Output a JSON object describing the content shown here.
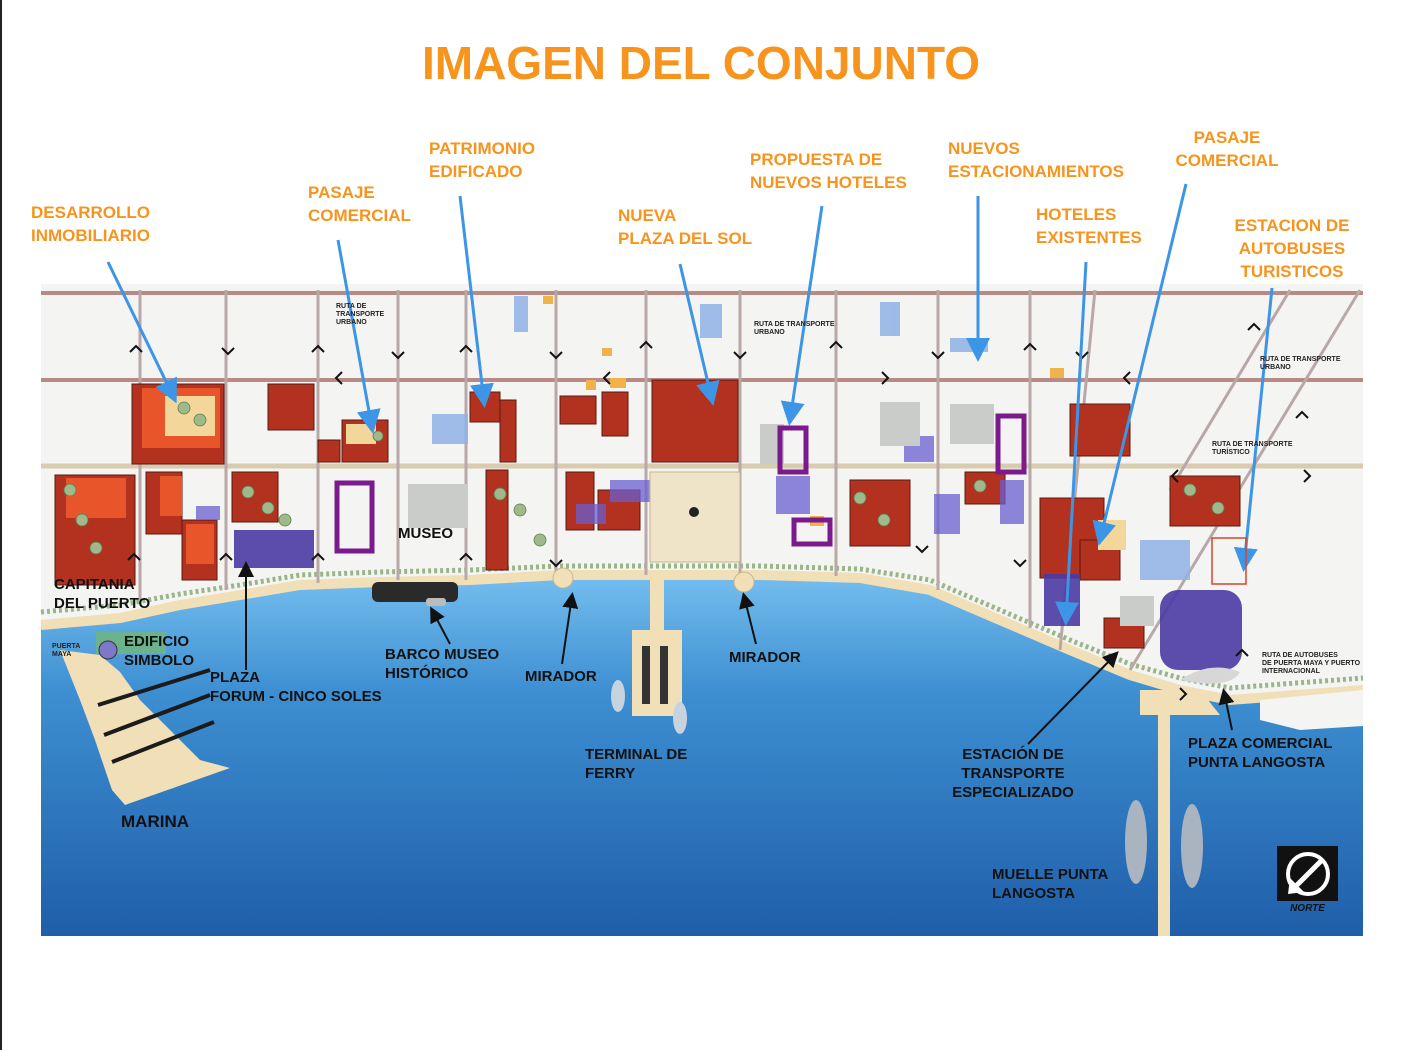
{
  "title": "IMAGEN DEL CONJUNTO",
  "colors": {
    "title_orange": "#f7941d",
    "sea": "#2a7fc7",
    "boardwalk": "#f1dfb8",
    "pointer_blue": "#3d95e6",
    "highlight_purple": "#7a1a8c",
    "buildings_red": "#b2311f",
    "plaza_violet": "#4b3aa3"
  },
  "top_labels": {
    "desarrollo": "DESARROLLO\nINMOBILIARIO",
    "pasaje_1": "PASAJE\nCOMERCIAL",
    "patrimonio": "PATRIMONIO\nEDIFICADO",
    "plaza_sol": "NUEVA\nPLAZA DEL SOL",
    "hoteles_nuevos": "PROPUESTA DE\nNUEVOS HOTELES",
    "estacionamientos": "NUEVOS\nESTACIONAMIENTOS",
    "pasaje_2": "PASAJE\nCOMERCIAL",
    "hoteles_existentes": "HOTELES\nEXISTENTES",
    "autobuses": "ESTACION DE\nAUTOBUSES\nTURISTICOS"
  },
  "bottom_labels": {
    "capitania": "CAPITANIA\nDEL PUERTO",
    "edificio": "EDIFICIO\nSIMBOLO",
    "museo": "MUSEO",
    "plaza_forum": "PLAZA\nFORUM - CINCO SOLES",
    "barco": "BARCO MUSEO\nHISTÓRICO",
    "mirador_1": "MIRADOR",
    "mirador_2": "MIRADOR",
    "ferry": "TERMINAL DE\nFERRY",
    "estacion_transporte": "ESTACIÓN DE\nTRANSPORTE\nESPECIALIZADO",
    "plaza_comercial": "PLAZA COMERCIAL\nPUNTA LANGOSTA",
    "muelle": "MUELLE PUNTA\nLANGOSTA",
    "marina": "MARINA"
  },
  "map_small_labels": {
    "ruta_1": "RUTA DE\nTRANSPORTE\nURBANO",
    "ruta_2": "RUTA DE TRANSPORTE\nURBANO",
    "ruta_3": "RUTA DE TRANSPORTE\nURBANO",
    "ruta_turistico": "RUTA DE TRANSPORTE\nTURÍSTICO",
    "ruta_autobuses": "RUTA DE AUTOBUSES\nDE PUERTA MAYA Y PUERTO\nINTERNACIONAL",
    "puerta_maya": "PUERTA\nMAYA"
  },
  "compass": {
    "label": "NORTE",
    "icon": "north-arrow-icon"
  }
}
